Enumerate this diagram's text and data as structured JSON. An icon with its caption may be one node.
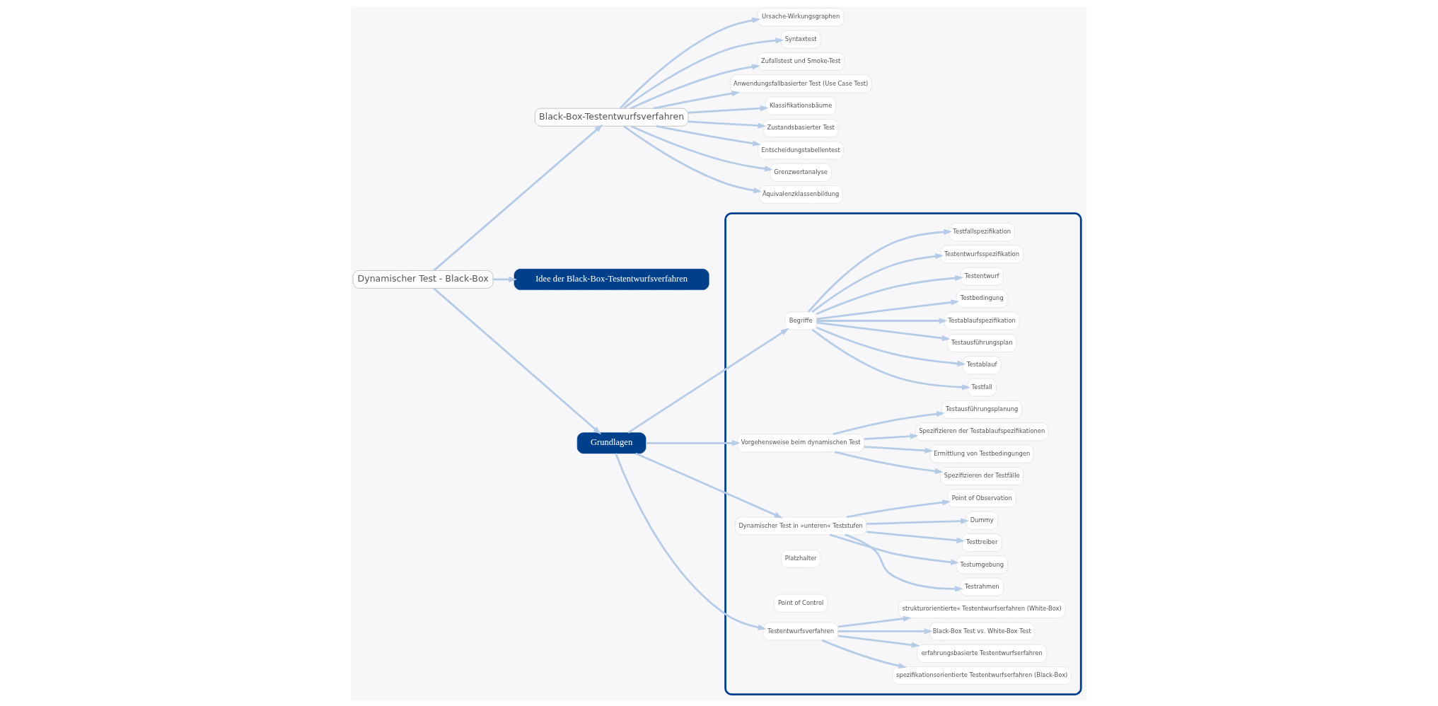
{
  "diagram": {
    "nodes": [
      {
        "text": [
          "Dynamischer Test - Black-Box"
        ]
      },
      {
        "text": [
          "Black-Box-Testentwurfsverfahren"
        ]
      },
      {
        "text": [
          "Ursache-Wirkungsgraphen"
        ]
      },
      {
        "text": [
          "Syntaxtest"
        ]
      },
      {
        "text": [
          "Zufallstest und Smoke-Test"
        ]
      },
      {
        "text": [
          "Anwendungsfallbasierter Test (Use Case Test)"
        ]
      },
      {
        "text": [
          "Klassifikationsbäume"
        ]
      },
      {
        "text": [
          "Zustandsbasierter Test"
        ]
      },
      {
        "text": [
          "Entscheidungstabellentest"
        ]
      },
      {
        "text": [
          "Grenzwertanalyse"
        ]
      },
      {
        "text": [
          "Äquivalenzklassenbildung"
        ]
      },
      {
        "text": [
          "Idee der Black-Box-Testentwurfsverfahren"
        ]
      },
      {
        "text": [
          "Grundlagen"
        ]
      },
      {
        "text": [],
        "shape": "box"
      },
      {
        "text": [
          "Begriffe"
        ],
        "in": 13
      },
      {
        "text": [
          "Testfall"
        ],
        "in": 13
      },
      {
        "text": [
          "Testablauf"
        ],
        "in": 13
      },
      {
        "text": [
          "Testausführungsplan"
        ],
        "in": 13
      },
      {
        "text": [
          "Testablaufspezifikation"
        ],
        "in": 13
      },
      {
        "text": [
          "Testbedingung"
        ],
        "in": 13
      },
      {
        "text": [
          "Testentwurf"
        ],
        "in": 13
      },
      {
        "text": [
          "Testentwurfsspezifikation"
        ],
        "in": 13
      },
      {
        "text": [
          "Testfallspezifikation"
        ],
        "in": 13
      },
      {
        "text": [
          "Vorgehensweise beim dynamischen Test"
        ],
        "in": 13
      },
      {
        "text": [
          "Spezifizieren der Testfälle"
        ],
        "in": 13
      },
      {
        "text": [
          "Ermittlung von Testbedingungen"
        ],
        "in": 13
      },
      {
        "text": [
          "Spezifizieren der Testablaufspezifikationen"
        ],
        "in": 13
      },
      {
        "text": [
          "Testausführungsplanung"
        ],
        "in": 13
      },
      {
        "text": [
          "Dynamischer Test in »unteren« Teststufen"
        ],
        "in": 13
      },
      {
        "text": [
          "Testrahmen"
        ],
        "in": 13
      },
      {
        "text": [
          "Testumgebung"
        ],
        "in": 13
      },
      {
        "text": [
          "Testtreiber"
        ],
        "in": 13
      },
      {
        "text": [
          "Dummy"
        ],
        "in": 13
      },
      {
        "text": [
          "Platzhalter"
        ],
        "in": 13
      },
      {
        "text": [
          "Point of Observation"
        ],
        "in": 13
      },
      {
        "text": [
          "Point of Control"
        ],
        "in": 13
      },
      {
        "text": [
          "Testentwurfsverfahren"
        ],
        "in": 13
      },
      {
        "text": [
          "spezifikationsorientierte Testentwurfserfahren (Black-Box)"
        ],
        "in": 13
      },
      {
        "text": [
          "erfahrungsbasierte Testentwurfserfahren"
        ],
        "in": 13
      },
      {
        "text": [
          "Black-Box Test vs. White-Box Test"
        ],
        "in": 13
      },
      {
        "text": [
          "strukturorientierte« Testentwurfserfahren (White-Box)"
        ],
        "in": 13
      }
    ],
    "edges": [
      {
        "from": 0,
        "to": 1,
        "arrow": "to"
      },
      {
        "from": 1,
        "to": 2,
        "arrow": "to"
      },
      {
        "from": 1,
        "to": 3,
        "arrow": "to"
      },
      {
        "from": 1,
        "to": 4,
        "arrow": "to"
      },
      {
        "from": 1,
        "to": 5,
        "arrow": "to"
      },
      {
        "from": 1,
        "to": 6,
        "arrow": "to"
      },
      {
        "from": 1,
        "to": 7,
        "arrow": "to"
      },
      {
        "from": 1,
        "to": 8,
        "arrow": "to"
      },
      {
        "from": 1,
        "to": 9,
        "arrow": "to"
      },
      {
        "from": 1,
        "to": 10,
        "arrow": "to"
      },
      {
        "from": 0,
        "to": 11,
        "arrow": "to"
      },
      {
        "from": 0,
        "to": 12,
        "arrow": "to"
      },
      {
        "from": 12,
        "to": 14,
        "arrow": "to"
      },
      {
        "from": 14,
        "to": 15,
        "arrow": "to"
      },
      {
        "from": 14,
        "to": 16,
        "arrow": "to"
      },
      {
        "from": 14,
        "to": 17,
        "arrow": "to"
      },
      {
        "from": 14,
        "to": 18,
        "arrow": "to"
      },
      {
        "from": 14,
        "to": 19,
        "arrow": "to"
      },
      {
        "from": 14,
        "to": 20,
        "arrow": "to"
      },
      {
        "from": 14,
        "to": 21,
        "arrow": "to"
      },
      {
        "from": 14,
        "to": 22,
        "arrow": "to"
      },
      {
        "from": 12,
        "to": 23,
        "arrow": "to"
      },
      {
        "from": 23,
        "to": 24,
        "arrow": "to"
      },
      {
        "from": 23,
        "to": 25,
        "arrow": "to"
      },
      {
        "from": 23,
        "to": 26,
        "arrow": "to"
      },
      {
        "from": 23,
        "to": 27,
        "arrow": "to"
      },
      {
        "from": 12,
        "to": 28,
        "arrow": "to"
      },
      {
        "from": 28,
        "to": 29,
        "arrow": "to"
      },
      {
        "from": 28,
        "to": 30,
        "arrow": "to"
      },
      {
        "from": 28,
        "to": 31,
        "arrow": "to"
      },
      {
        "from": 28,
        "to": 32,
        "arrow": "to"
      },
      {
        "from": 28,
        "to": 34,
        "arrow": "to"
      },
      {
        "from": 12,
        "to": 36,
        "arrow": "to"
      },
      {
        "from": 36,
        "to": 37,
        "arrow": "to"
      },
      {
        "from": 36,
        "to": 38,
        "arrow": "to"
      },
      {
        "from": 36,
        "to": 39,
        "arrow": "to"
      },
      {
        "from": 36,
        "to": 40,
        "arrow": "to"
      }
    ]
  }
}
